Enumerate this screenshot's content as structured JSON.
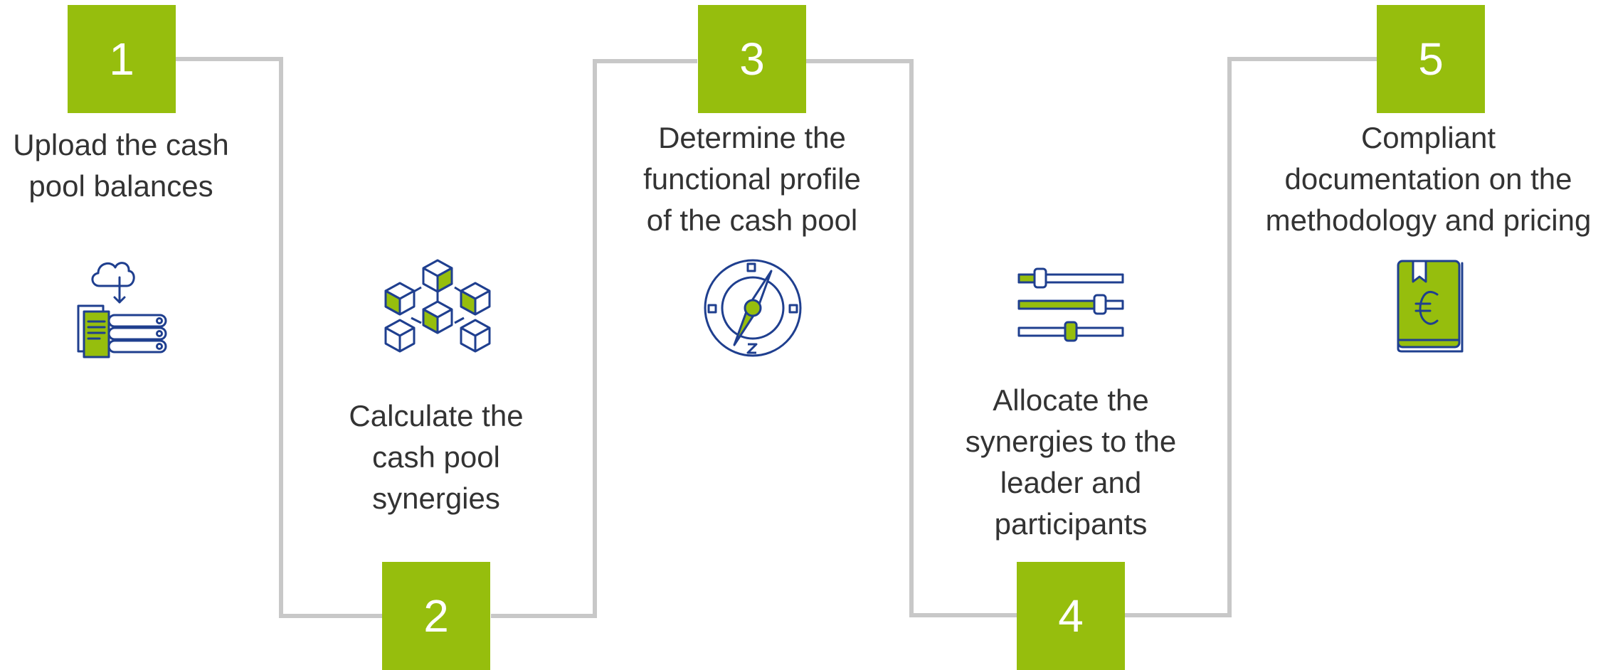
{
  "colors": {
    "accent": "#96be0d",
    "icon_stroke": "#1f3f8f",
    "connector": "#c8c8c8",
    "text": "#333333"
  },
  "steps": [
    {
      "number": "1",
      "lines": [
        "Upload the cash",
        "pool balances"
      ],
      "icon": "cloud-upload-server-icon"
    },
    {
      "number": "2",
      "lines": [
        "Calculate the",
        "cash pool",
        "synergies"
      ],
      "icon": "blockchain-cubes-icon"
    },
    {
      "number": "3",
      "lines": [
        "Determine the",
        "functional profile",
        "of the cash pool"
      ],
      "icon": "compass-icon"
    },
    {
      "number": "4",
      "lines": [
        "Allocate the",
        "synergies to the",
        "leader and",
        "participants"
      ],
      "icon": "sliders-icon"
    },
    {
      "number": "5",
      "lines": [
        "Compliant",
        "documentation on the",
        "methodology and pricing"
      ],
      "icon": "euro-book-icon"
    }
  ]
}
